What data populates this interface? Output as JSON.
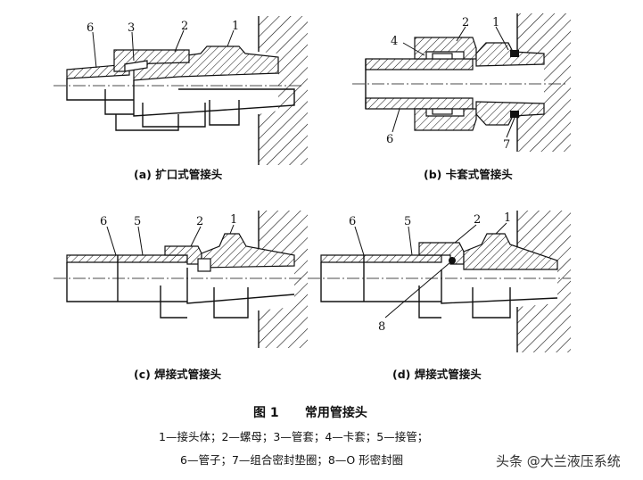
{
  "panels": {
    "a": {
      "caption": "(a) 扩口式管接头",
      "labels": [
        "6",
        "3",
        "2",
        "1"
      ]
    },
    "b": {
      "caption": "(b) 卡套式管接头",
      "labels": [
        "4",
        "2",
        "1",
        "6",
        "7"
      ]
    },
    "c": {
      "caption": "(c) 焊接式管接头",
      "labels": [
        "6",
        "5",
        "2",
        "1"
      ]
    },
    "d": {
      "caption": "(d) 焊接式管接头",
      "labels": [
        "6",
        "5",
        "2",
        "1",
        "8"
      ]
    }
  },
  "figure_title": "图 1      常用管接头",
  "legend": {
    "line1": "1—接头体；2—螺母；3—管套；4—卡套；5—接管；",
    "line2": "6—管子；7—组合密封垫圈；8—O 形密封圈"
  },
  "watermark": "头条 @大兰液压系统"
}
